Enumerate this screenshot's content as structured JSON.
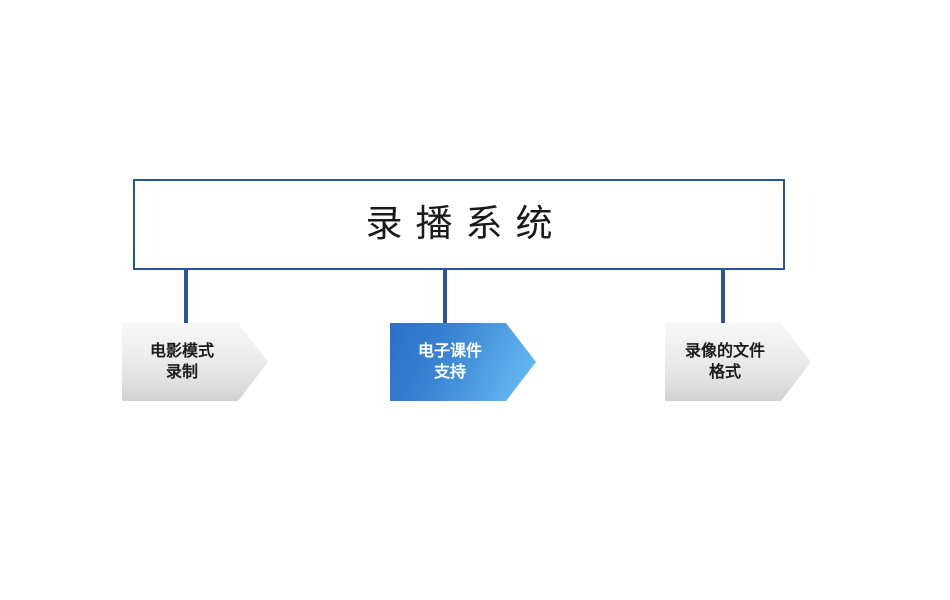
{
  "diagram": {
    "type": "hierarchy",
    "background_color": "#ffffff",
    "accent_color": "#2c5490",
    "highlight_color": "#2a6fc4",
    "root": {
      "title": "录播系统"
    },
    "branches": [
      {
        "label": "电影模式\n录制",
        "style": "gray",
        "text_color": "#1c1c1c"
      },
      {
        "label": "电子课件\n支持",
        "style": "blue",
        "text_color": "#ffffff"
      },
      {
        "label": "录像的文件\n格式",
        "style": "gray",
        "text_color": "#1c1c1c"
      }
    ]
  }
}
